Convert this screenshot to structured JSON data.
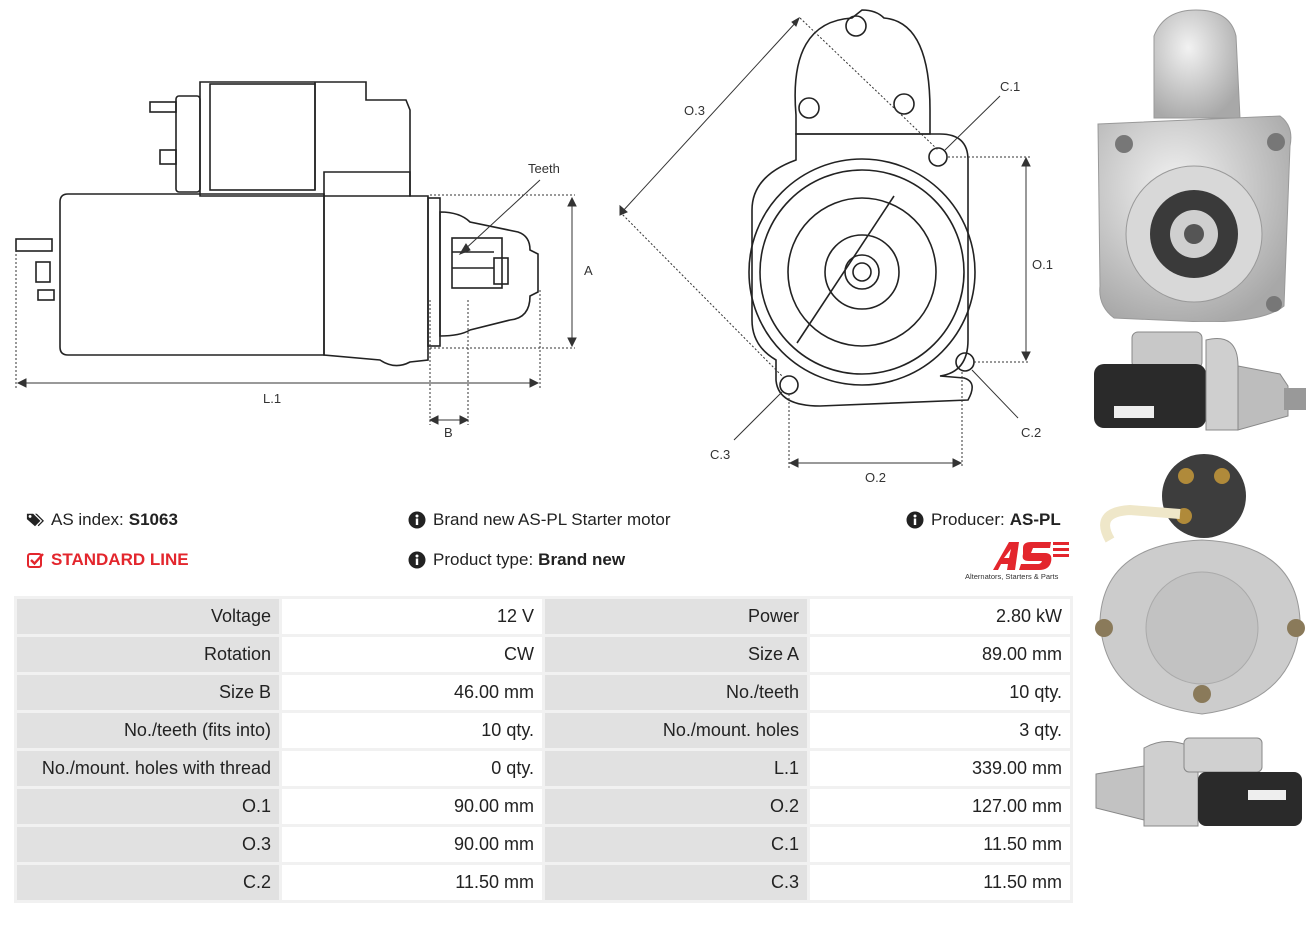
{
  "drawing_labels": {
    "teeth": "Teeth",
    "a": "A",
    "b": "B",
    "l1": "L.1",
    "o1": "O.1",
    "o2": "O.2",
    "o3": "O.3",
    "c1": "C.1",
    "c2": "C.2",
    "c3": "C.3"
  },
  "header": {
    "as_index_label": "AS index:",
    "as_index_value": "S1063",
    "line_label": "STANDARD LINE",
    "description": "Brand new AS-PL Starter motor",
    "product_type_label": "Product type:",
    "product_type_value": "Brand new",
    "producer_label": "Producer:",
    "producer_value": "AS-PL"
  },
  "logo": {
    "text": "AS",
    "tagline": "Alternators, Starters & Parts",
    "color": "#e3262d"
  },
  "specs": [
    [
      "Voltage",
      "12 V",
      "Power",
      "2.80 kW"
    ],
    [
      "Rotation",
      "CW",
      "Size A",
      "89.00 mm"
    ],
    [
      "Size B",
      "46.00 mm",
      "No./teeth",
      "10 qty."
    ],
    [
      "No./teeth (fits into)",
      "10 qty.",
      "No./mount. holes",
      "3 qty."
    ],
    [
      "No./mount. holes with thread",
      "0 qty.",
      "L.1",
      "339.00 mm"
    ],
    [
      "O.1",
      "90.00 mm",
      "O.2",
      "127.00 mm"
    ],
    [
      "O.3",
      "90.00 mm",
      "C.1",
      "11.50 mm"
    ],
    [
      "C.2",
      "11.50 mm",
      "C.3",
      "11.50 mm"
    ]
  ],
  "icons": {
    "tag": "tag-icon",
    "check": "checkbox-icon",
    "info": "info-icon"
  }
}
